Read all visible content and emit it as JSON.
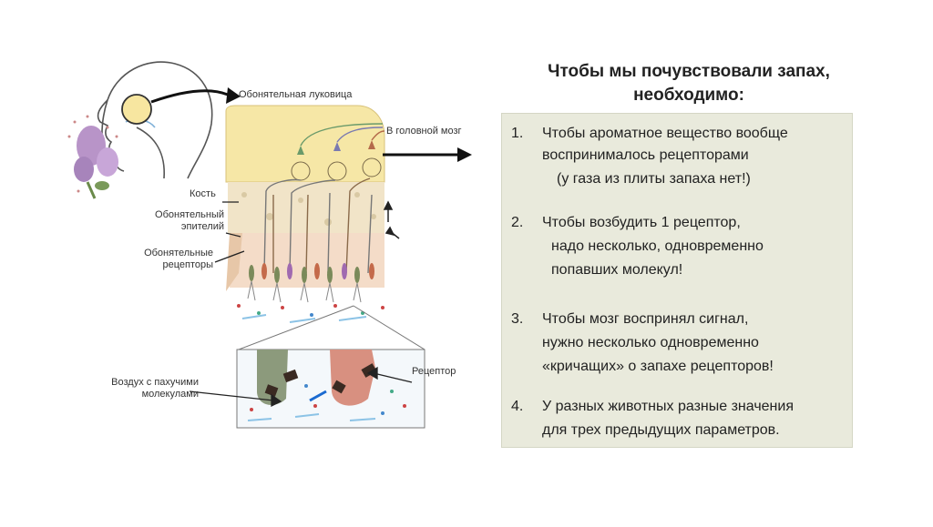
{
  "title": {
    "line1": "Чтобы мы почувствовали запах,",
    "line2": "необходимо:"
  },
  "points": [
    {
      "num": "1.",
      "lines": [
        "Чтобы ароматное вещество вообще",
        "воспринималось рецепторами",
        "(у газа из плиты запаха нет!)"
      ]
    },
    {
      "num": "2.",
      "lines": [
        "Чтобы возбудить 1 рецептор,",
        "надо несколько, одновременно",
        "попавших молекул!"
      ]
    },
    {
      "num": "3.",
      "lines": [
        "Чтобы мозг воспринял сигнал,",
        "нужно несколько одновременно",
        "«кричащих» о запахе рецепторов!"
      ]
    },
    {
      "num": "4.",
      "lines": [
        "У разных животных разные значения",
        "для трех предыдущих параметров."
      ]
    }
  ],
  "figure": {
    "bulb_label": "Обонятельная луковица",
    "brain_label": "В головной мозг",
    "bone_label": "Кость",
    "epithelium_label_1": "Обонятельный",
    "epithelium_label_2": "эпителий",
    "receptors_label_1": "Обонятельные",
    "receptors_label_2": "рецепторы",
    "air_label_1": "Воздух с пахучими",
    "air_label_2": "молекулами",
    "receptor_label": "Рецептор"
  },
  "colors": {
    "note_bg": "#e9eadc",
    "bulb": "#f6e7a6",
    "bone": "#f1e4c8",
    "receptor_green": "#8c9a7c",
    "receptor_red": "#d89080",
    "lilac": "#b894c8"
  }
}
